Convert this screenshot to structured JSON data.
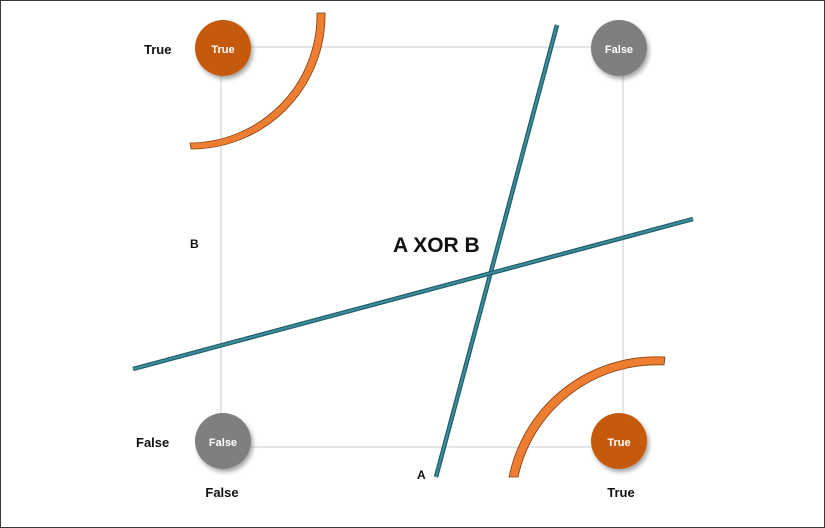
{
  "title": "A XOR B",
  "axes": {
    "x_label": "A",
    "y_label": "B",
    "x_tick_left": "False",
    "x_tick_right": "True",
    "y_tick_top": "True",
    "y_tick_bottom": "False"
  },
  "nodes": [
    {
      "id": "top-left",
      "a": "False",
      "b": "True",
      "label": "True",
      "color": "#c55a11"
    },
    {
      "id": "top-right",
      "a": "True",
      "b": "True",
      "label": "False",
      "color": "#7f7f7f"
    },
    {
      "id": "bottom-left",
      "a": "False",
      "b": "False",
      "label": "False",
      "color": "#7f7f7f"
    },
    {
      "id": "bottom-right",
      "a": "True",
      "b": "False",
      "label": "True",
      "color": "#c55a11"
    }
  ],
  "colors": {
    "true_node": "#c55a11",
    "false_node": "#7f7f7f",
    "arc": "#ed7d31",
    "arc_outline": "#843c0c",
    "boundary_line": "#2e7d8c",
    "grid_line": "#d6dee3"
  }
}
